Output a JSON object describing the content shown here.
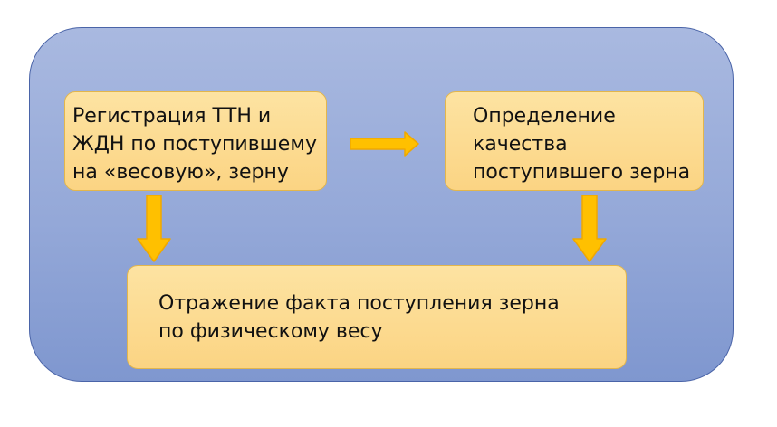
{
  "diagram": {
    "nodes": {
      "registration": {
        "lines": [
          "Регистрация ТТН и",
          "ЖДН по поступившему",
          "на «весовую», зерну"
        ]
      },
      "quality": {
        "lines": [
          "Определение",
          "качества",
          "поступившего зерна"
        ]
      },
      "reflection": {
        "lines": [
          "Отражение факта поступления зерна",
          "по физическому весу"
        ]
      }
    },
    "edges": [
      {
        "from": "registration",
        "to": "quality"
      },
      {
        "from": "registration",
        "to": "reflection"
      },
      {
        "from": "quality",
        "to": "reflection"
      }
    ],
    "colors": {
      "panel_fill": "#9aaedb",
      "panel_border": "#4a64a8",
      "box_fill": "#fcd98f",
      "box_border": "#e3b64c",
      "arrow_fill": "#ffc000"
    }
  }
}
